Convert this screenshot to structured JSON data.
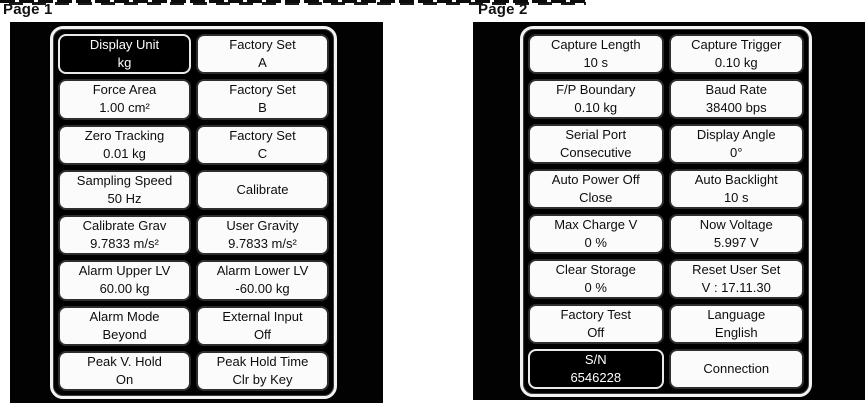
{
  "colors": {
    "bezel": "#020202",
    "screen_frame": "#f2f2f2",
    "cell_bg": "#fbfbfb",
    "cell_border": "#2e2e2e",
    "highlight_bg": "#000000",
    "highlight_text": "#ffffff",
    "text": "#0d0d0d"
  },
  "pages": [
    {
      "label": "Page 1",
      "cells": [
        {
          "label": "Display Unit",
          "value": "kg",
          "highlighted": true
        },
        {
          "label": "Factory Set",
          "value": "A",
          "highlighted": false
        },
        {
          "label": "Force Area",
          "value": "1.00 cm²",
          "highlighted": false
        },
        {
          "label": "Factory Set",
          "value": "B",
          "highlighted": false
        },
        {
          "label": "Zero Tracking",
          "value": "0.01 kg",
          "highlighted": false
        },
        {
          "label": "Factory Set",
          "value": "C",
          "highlighted": false
        },
        {
          "label": "Sampling Speed",
          "value": "50 Hz",
          "highlighted": false
        },
        {
          "label": "Calibrate",
          "value": "",
          "highlighted": false
        },
        {
          "label": "Calibrate Grav",
          "value": "9.7833 m/s²",
          "highlighted": false
        },
        {
          "label": "User Gravity",
          "value": "9.7833 m/s²",
          "highlighted": false
        },
        {
          "label": "Alarm Upper LV",
          "value": "60.00 kg",
          "highlighted": false
        },
        {
          "label": "Alarm Lower LV",
          "value": "-60.00 kg",
          "highlighted": false
        },
        {
          "label": "Alarm Mode",
          "value": "Beyond",
          "highlighted": false
        },
        {
          "label": "External Input",
          "value": "Off",
          "highlighted": false
        },
        {
          "label": "Peak V. Hold",
          "value": "On",
          "highlighted": false
        },
        {
          "label": "Peak Hold Time",
          "value": "Clr by Key",
          "highlighted": false
        }
      ]
    },
    {
      "label": "Page 2",
      "cells": [
        {
          "label": "Capture Length",
          "value": "10 s",
          "highlighted": false
        },
        {
          "label": "Capture Trigger",
          "value": "0.10 kg",
          "highlighted": false
        },
        {
          "label": "F/P Boundary",
          "value": "0.10 kg",
          "highlighted": false
        },
        {
          "label": "Baud Rate",
          "value": "38400 bps",
          "highlighted": false
        },
        {
          "label": "Serial Port",
          "value": "Consecutive",
          "highlighted": false
        },
        {
          "label": "Display Angle",
          "value": "0°",
          "highlighted": false
        },
        {
          "label": "Auto Power Off",
          "value": "Close",
          "highlighted": false
        },
        {
          "label": "Auto Backlight",
          "value": "10 s",
          "highlighted": false
        },
        {
          "label": "Max Charge V",
          "value": "0 %",
          "highlighted": false
        },
        {
          "label": "Now Voltage",
          "value": "5.997 V",
          "highlighted": false
        },
        {
          "label": "Clear Storage",
          "value": "0 %",
          "highlighted": false
        },
        {
          "label": "Reset User Set",
          "value": "V : 17.11.30",
          "highlighted": false
        },
        {
          "label": "Factory Test",
          "value": "Off",
          "highlighted": false
        },
        {
          "label": "Language",
          "value": "English",
          "highlighted": false
        },
        {
          "label": "S/N",
          "value": "6546228",
          "highlighted": true
        },
        {
          "label": "Connection",
          "value": "",
          "highlighted": false
        }
      ]
    }
  ]
}
